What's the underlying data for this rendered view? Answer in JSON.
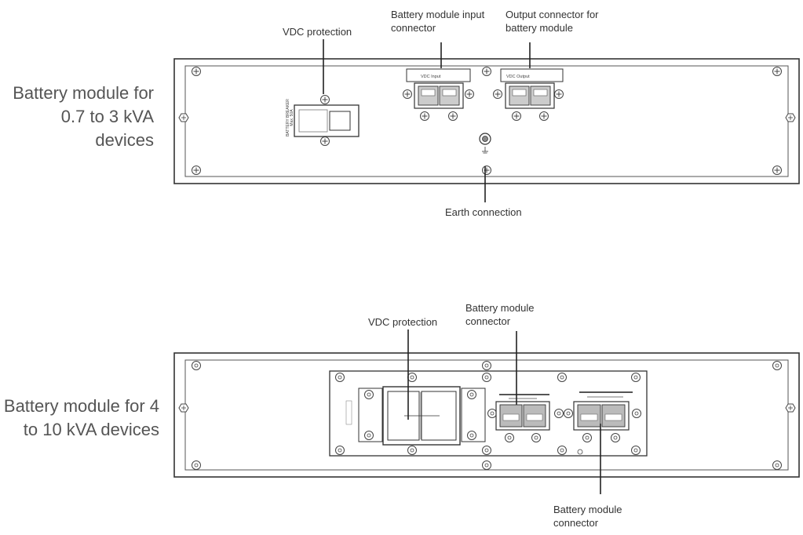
{
  "module_small": {
    "title": "Battery module for\n0.7 to 3 kVA devices",
    "callouts": {
      "vdc_protection": "VDC protection",
      "input_connector": "Battery module input\nconnector",
      "output_connector": "Output connector for\nbattery module",
      "earth_connection": "Earth connection"
    },
    "panel_text": {
      "breaker": "BATTERY BREAKER\nMax. 50A",
      "vdc_input": "VDC Input",
      "vdc_output": "VDC Output"
    }
  },
  "module_large": {
    "title": "Battery module for 4\nto 10 kVA devices",
    "callouts": {
      "vdc_protection": "VDC protection",
      "connector_top": "Battery module\nconnector",
      "connector_bottom": "Battery module\nconnector"
    }
  },
  "colors": {
    "line": "#333333",
    "label": "#555555",
    "connector_fill": "#bbbbbb"
  }
}
